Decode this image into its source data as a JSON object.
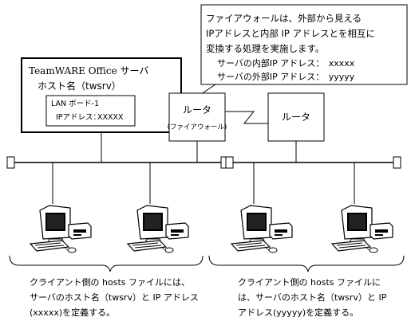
{
  "callout": {
    "lines": [
      "ファイアウォールは、外部から見える",
      "IPアドレスと内部 IP アドレスとを相互に",
      "変換する処理を実施します。",
      "サーバの内部IP アドレス：　xxxxx",
      "サーバの外部IP アドレス：　yyyyy"
    ]
  },
  "server": {
    "name_line": "TeamWARE Office サーバ",
    "host_line": "ホスト名（twsrv）",
    "lan_board": "LAN ボード-1",
    "ip_label": "IPアドレス：",
    "ip_value": "XXXXX"
  },
  "router_firewall": {
    "label": "ルータ",
    "sublabel": "(ファイアウォール)"
  },
  "router": {
    "label": "ルータ"
  },
  "notes": {
    "left": [
      "クライアント側の hosts ファイルには、",
      "サーバのホスト名（twsrv）と IP アドレス",
      "(xxxxx)を定義する。"
    ],
    "right": [
      "クライアント側の hosts ファイルに",
      "は、サーバのホスト名（twsrv）と IP",
      "アドレス(yyyyy)を定義する。"
    ]
  },
  "icons": {
    "workstation": "desktop-computer-icon",
    "terminator": "network-terminator-icon"
  }
}
